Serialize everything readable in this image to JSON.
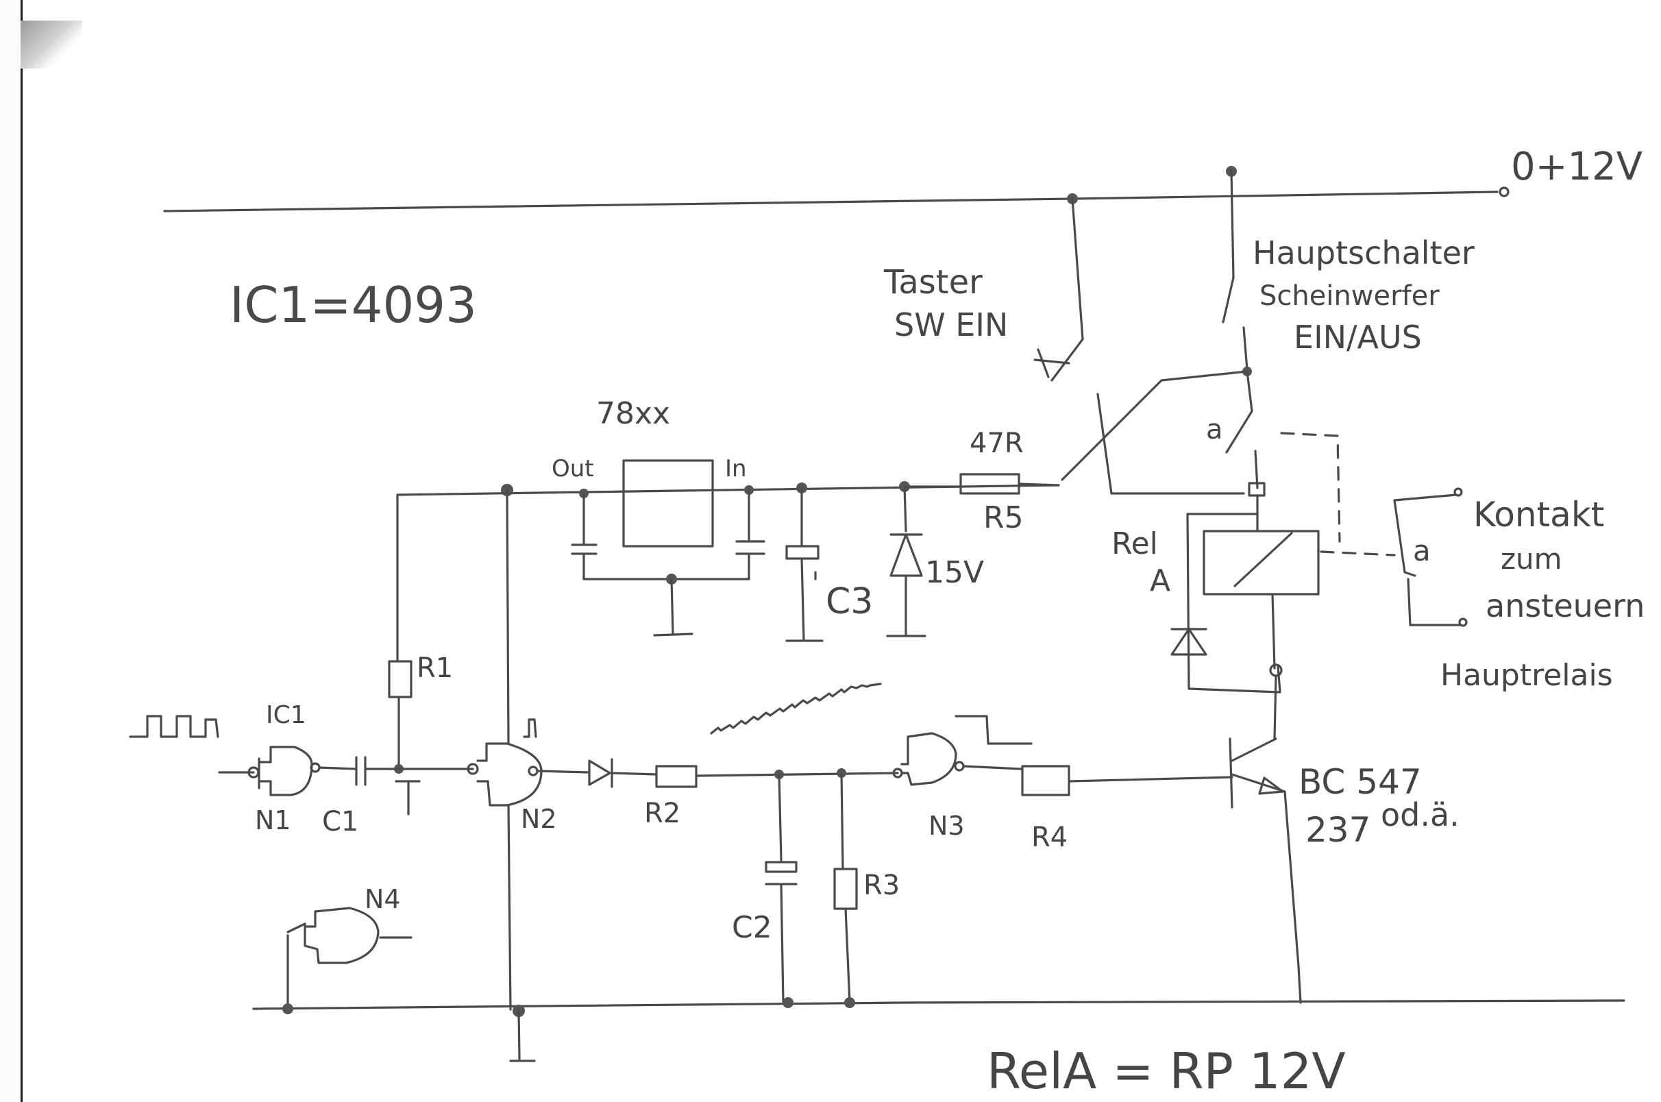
{
  "title": "IC1=4093",
  "footer": "RelA = RP 12V",
  "supply": "0+12V",
  "taster": {
    "line1": "Taster",
    "line2": "SW EIN"
  },
  "hauptschalter": {
    "line1": "Hauptschalter",
    "line2": "Scheinwerfer",
    "line3": "EIN/AUS"
  },
  "kontakt": {
    "line1": "Kontakt",
    "line2": "zum",
    "line3": "ansteuern",
    "line4": "Hauptrelais"
  },
  "components": {
    "regulator": "78xx",
    "reg_out": "Out",
    "reg_in": "In",
    "ic1": "IC1",
    "n1": "N1",
    "n2": "N2",
    "n3": "N3",
    "n4": "N4",
    "c1": "C1",
    "c2": "C2",
    "c3": "C3",
    "r1": "R1",
    "r2": "R2",
    "r3": "R3",
    "r4": "R4",
    "r5": "R5",
    "r5_value": "47R",
    "zener": "15V",
    "relay_line1": "Rel",
    "relay_line2": "A",
    "contact_a": "a",
    "transistor_line1": "BC 547",
    "transistor_line2": "237",
    "transistor_line3": "od.ä."
  }
}
